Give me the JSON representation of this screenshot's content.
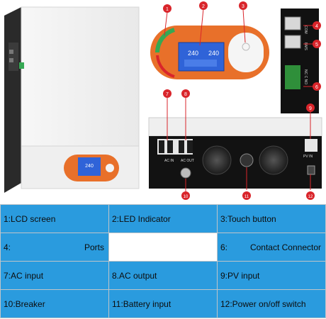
{
  "photo": {
    "callouts": [
      "1",
      "2",
      "3",
      "4",
      "5",
      "6",
      "7",
      "8",
      "9",
      "10",
      "11",
      "12"
    ],
    "lcd_readings": [
      "240",
      "240"
    ],
    "port_labels": [
      "COM",
      "BMS",
      "NC C NO"
    ],
    "panel_texts": [
      "AC IN",
      "AC OUT",
      "PV IN"
    ],
    "accent": "#e8702a",
    "callout_color": "#d9252b",
    "lcd_color": "#2f63d8"
  },
  "legend": {
    "rows": [
      [
        {
          "label": "1:LCD screen"
        },
        {
          "label": "2:LED Indicator"
        },
        {
          "label": "3:Touch button"
        }
      ],
      [
        {
          "label": "4:",
          "extra": "Ports"
        },
        {
          "label": ""
        },
        {
          "label": "6:",
          "extra": "Contact Connector"
        }
      ],
      [
        {
          "label": "7:AC input"
        },
        {
          "label": "8.AC output"
        },
        {
          "label": "9:PV input"
        }
      ],
      [
        {
          "label": "10:Breaker"
        },
        {
          "label": "11:Battery input"
        },
        {
          "label": "12:Power on/off switch"
        }
      ]
    ],
    "colors": {
      "blue_cell": "#2a9bde",
      "border": "#bfc4c8"
    }
  }
}
